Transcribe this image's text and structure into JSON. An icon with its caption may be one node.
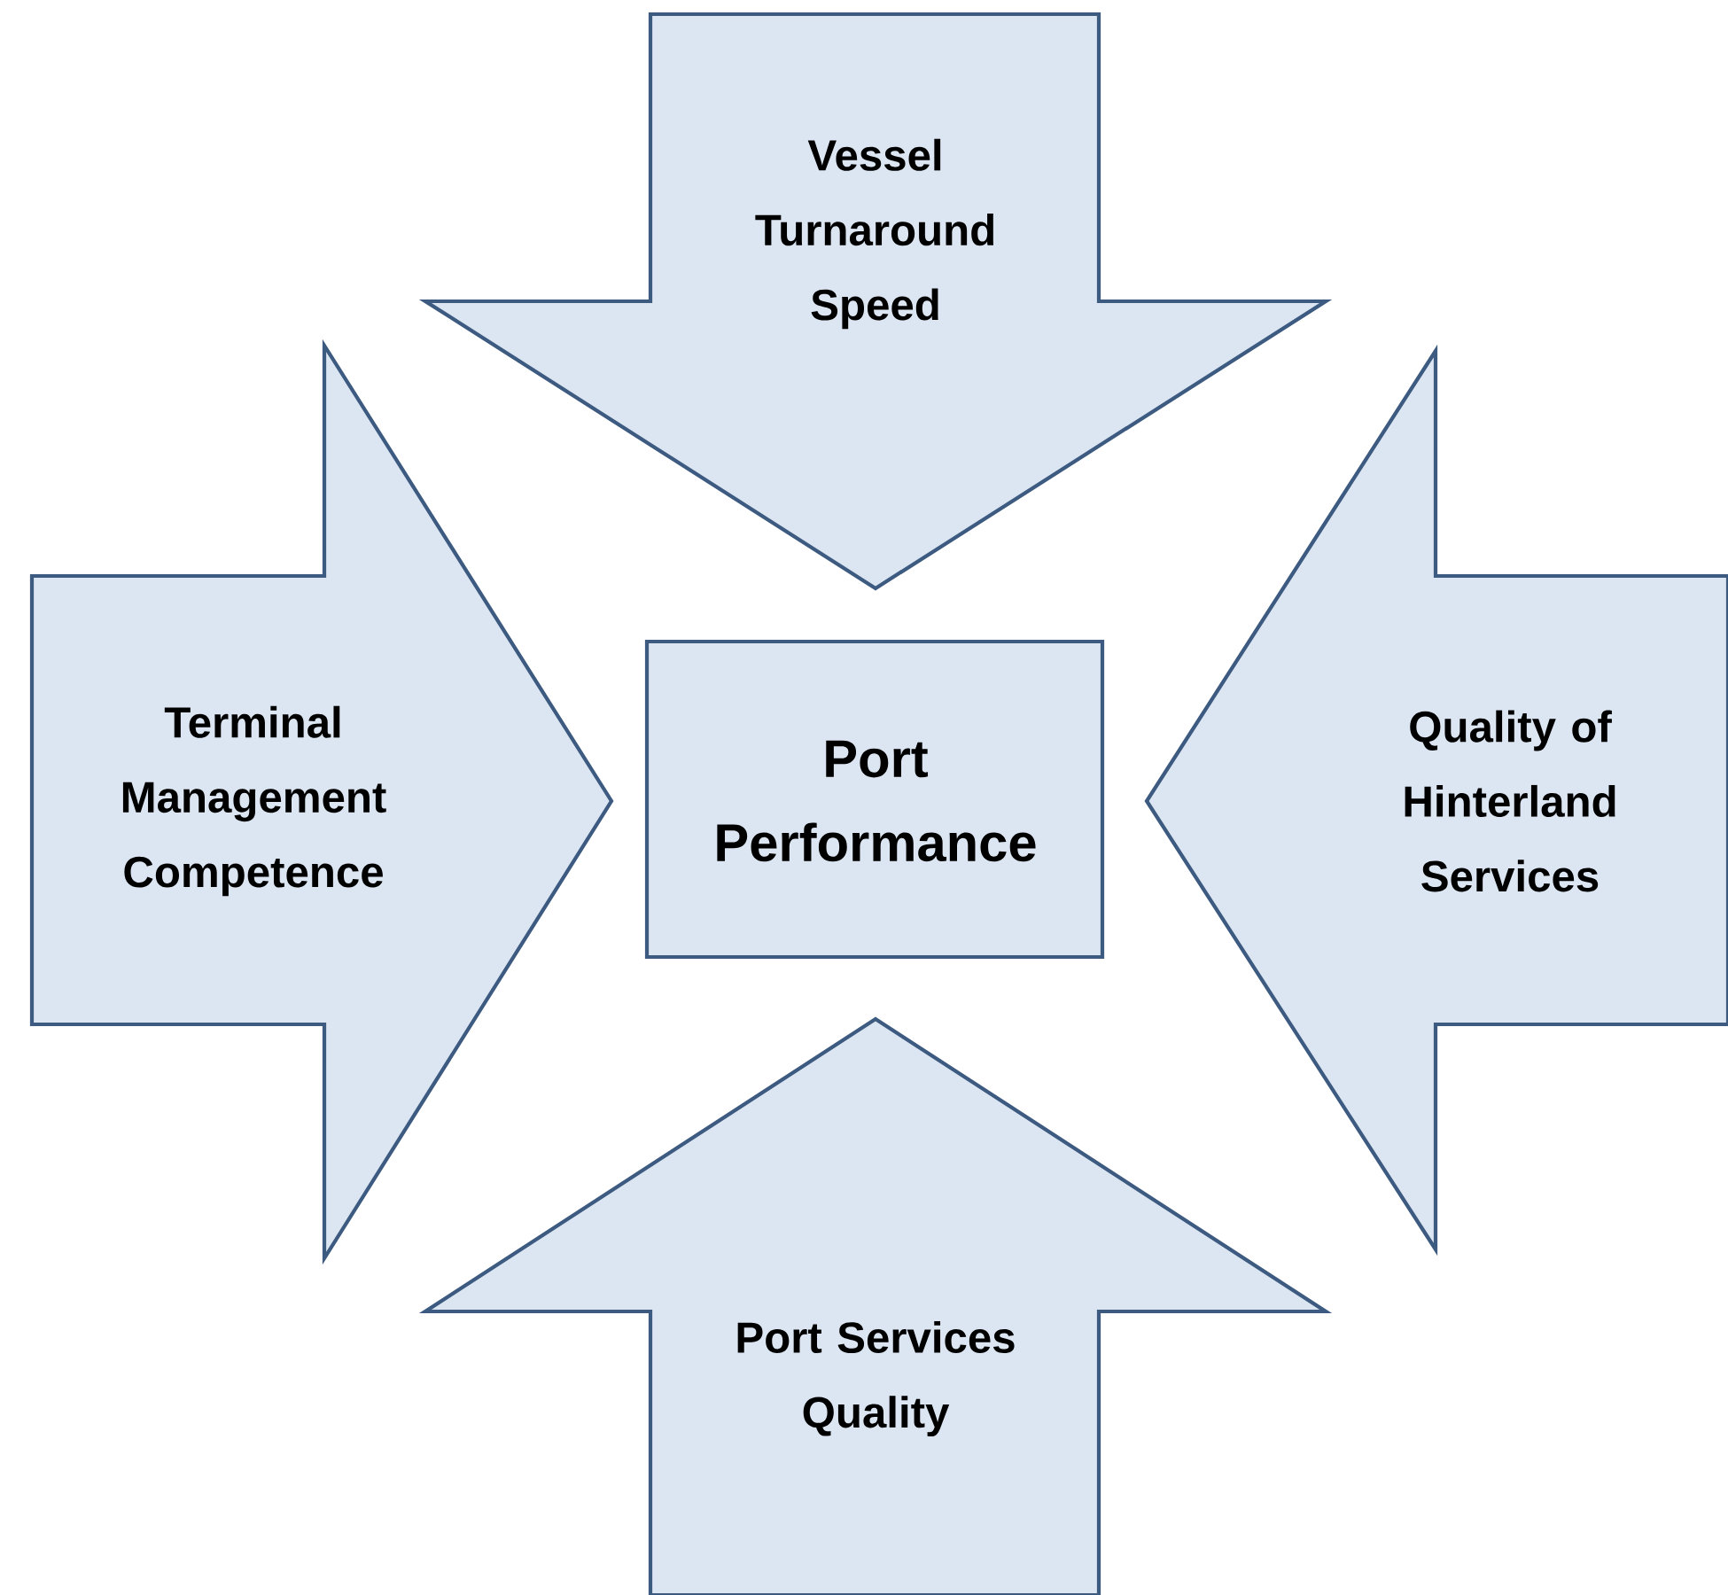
{
  "diagram": {
    "nodes": [
      {
        "text": [
          "Vessel Turnaround Speed"
        ]
      },
      {
        "text": [
          "Terminal Management Competence"
        ]
      },
      {
        "text": [
          "Port Performance"
        ]
      },
      {
        "text": [
          "Quality of Hinterland Services"
        ]
      },
      {
        "text": [
          "Port Services Quality"
        ]
      }
    ]
  }
}
